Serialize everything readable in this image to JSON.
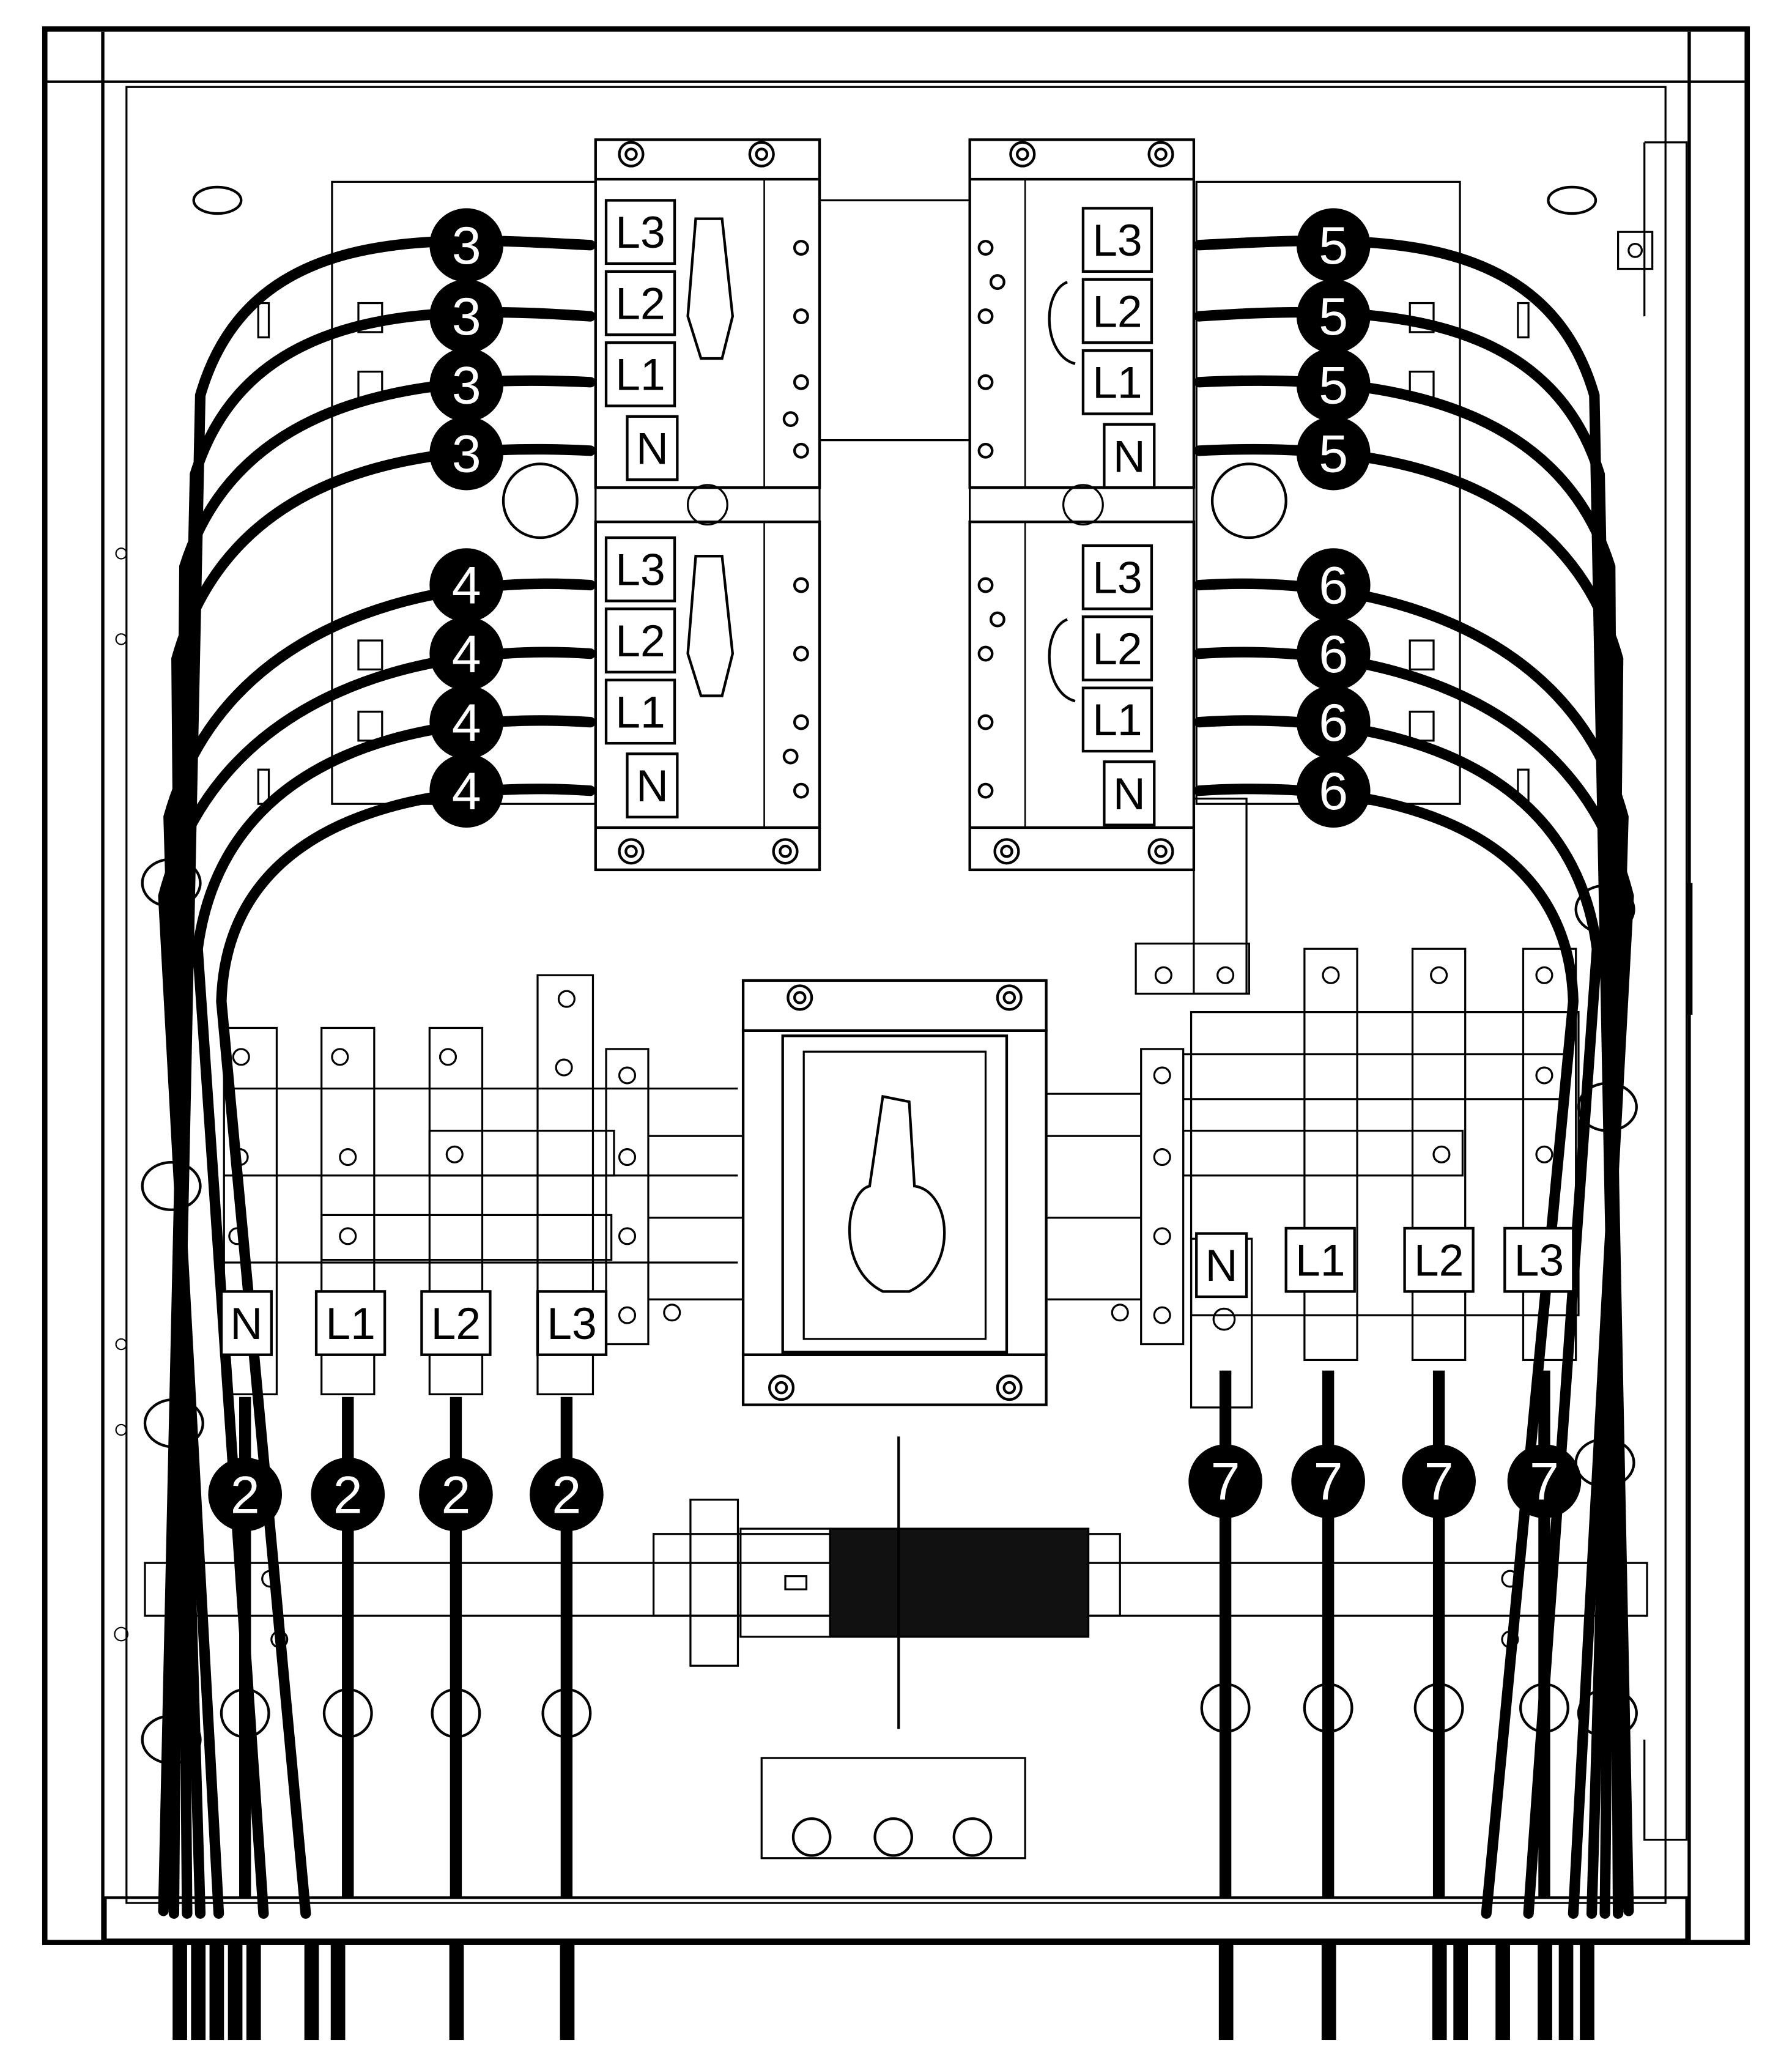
{
  "diagram": {
    "circuit_numbers": {
      "input_left_upper": "3",
      "input_left_lower": "4",
      "input_right_upper": "5",
      "input_right_lower": "6",
      "bottom_left": "2",
      "bottom_right": "7"
    },
    "terminal_labels": {
      "breaker_rows": [
        "L3",
        "L2",
        "L1",
        "N"
      ],
      "bottom_left_busbar": [
        "N",
        "L1",
        "L2",
        "L3"
      ],
      "bottom_right_busbar": [
        "N",
        "L1",
        "L2",
        "L3"
      ]
    },
    "colors": {
      "line": "#000000",
      "background": "#ffffff",
      "badge_fill": "#000000",
      "badge_text": "#ffffff"
    }
  }
}
